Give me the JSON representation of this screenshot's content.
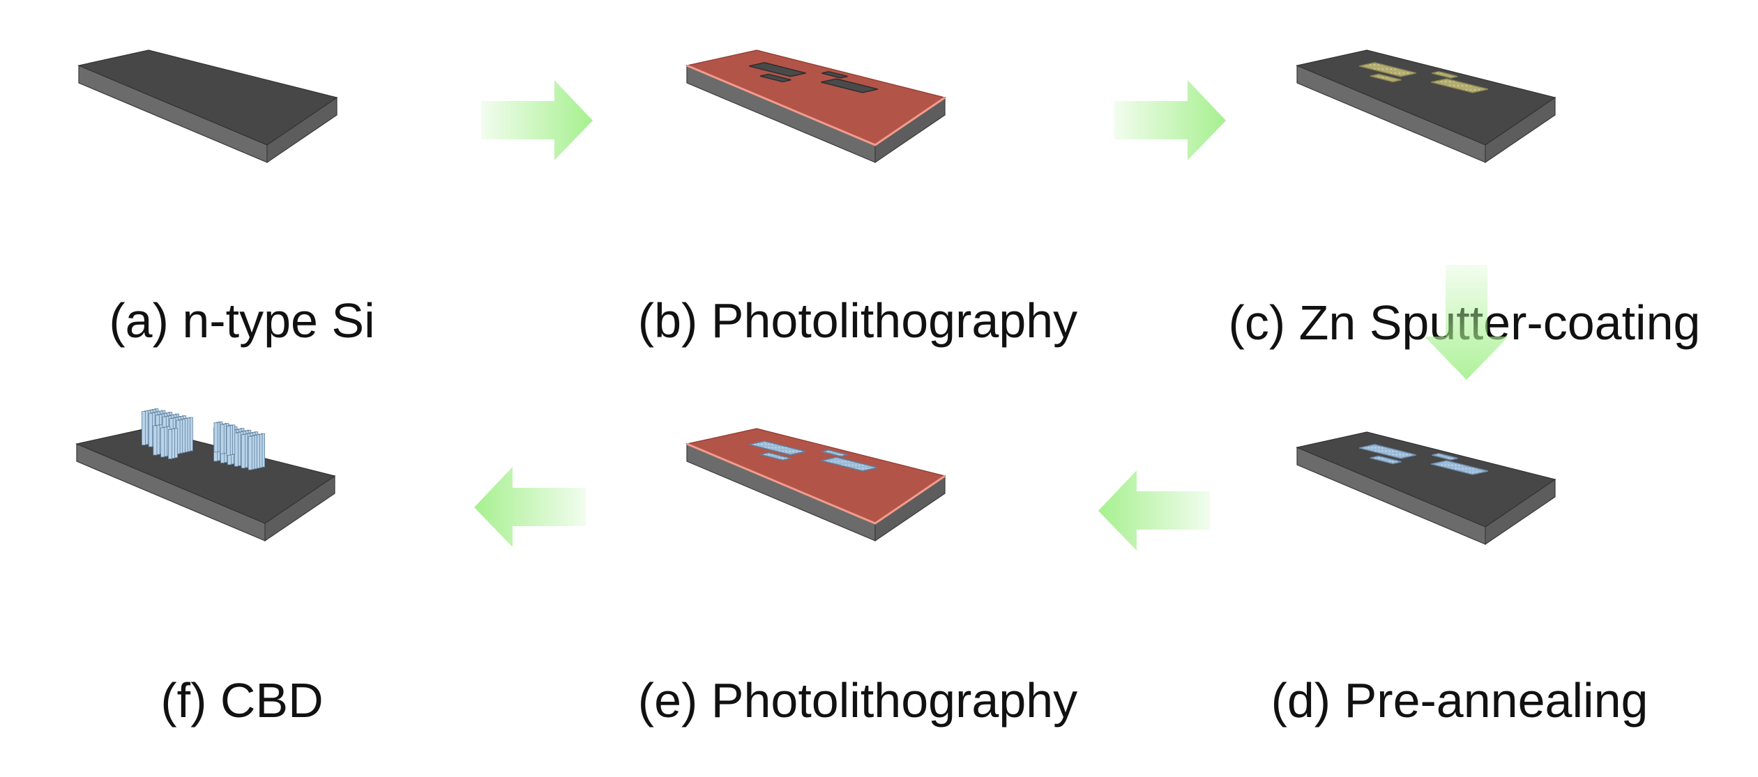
{
  "steps": [
    {
      "id": "a",
      "label": "(a) n-type Si"
    },
    {
      "id": "b",
      "label": "(b) Photolithography"
    },
    {
      "id": "c",
      "label": "(c) Zn Sputter-coating"
    },
    {
      "id": "d",
      "label": "(d) Pre-annealing"
    },
    {
      "id": "e",
      "label": "(e) Photolithography"
    },
    {
      "id": "f",
      "label": "(f) CBD"
    }
  ],
  "colors": {
    "substrate_top": "#474747",
    "substrate_side": "#6b6b6b",
    "photoresist": "#b25448",
    "zinc_film": "#b3ad72",
    "seed_layer": "#9dbcd8",
    "nanorods": "#b9d4ea",
    "arrow": "#a6f08f"
  }
}
